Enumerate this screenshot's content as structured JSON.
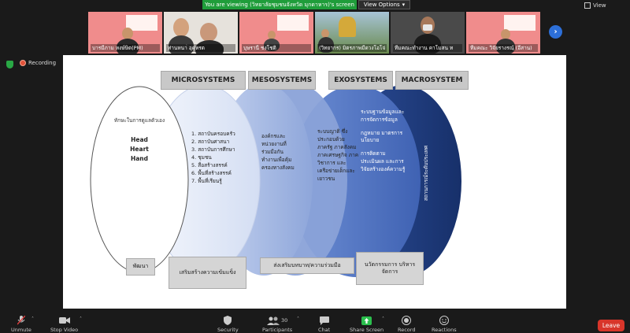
{
  "banner": {
    "text": "You are viewing (วิทยาลัยชุมชนจังหวัด มุกดาหาร)'s screen",
    "view_options": "View Options",
    "view_label": "View"
  },
  "participants": [
    {
      "name": "บารมีภาม หงษ์ษิต(PM)",
      "style": "slide"
    },
    {
      "name": "ท่านหนา่ อุดหรด",
      "style": "people"
    },
    {
      "name": "บุษรานี ชงโชติ",
      "style": "slide"
    },
    {
      "name": "(วิทยากร) มิตรภาพมีดวงโอโจ่",
      "style": "group"
    },
    {
      "name": "ทีมคณะทำงาน คาโมสน ท",
      "style": "dark"
    },
    {
      "name": "ทีมคณะ วิจัยรางรณฺ์ (อีสาน)",
      "style": "slide"
    }
  ],
  "recording": {
    "label": "Recording"
  },
  "slide": {
    "headers": [
      "MICROSYSTEMS",
      "MESOSYSTEMS",
      "EXOSYSTEMS",
      "MACROSYSTEM"
    ],
    "circle": {
      "title": "ทักษะในการดูแลตัวเอง",
      "lines": [
        "Head",
        "Heart",
        "Hand"
      ]
    },
    "micro_items": [
      "1. สถาบันครอบครัว",
      "2. สถาบันศาสนา",
      "3. สถาบันการศึกษา",
      "4. ชุมชน",
      "5. สื่อสร้างสรรค์",
      "6. พื้นที่สร้างสรรค์",
      "7. พื้นที่เรียนรู้"
    ],
    "meso_lines": [
      "องค์กรและ",
      "หน่วยงานที่",
      "ร่วมมือกัน",
      "ทำงานเพื่อคุ้ม",
      "ครองทางสังคม"
    ],
    "exo_lines": [
      "ระบบญาติ ซึ่ง",
      "ประกอบด้วย",
      "ภาครัฐ ภาคสังคม",
      "ภาคเศรษฐกิจ ภาค",
      "วิชาการ และ",
      "เครือข่ายเด็กและ",
      "เยาวชน"
    ],
    "macro_lines": [
      "ระบบฐานข้อมูลและ",
      "การจัดการข้อมูล",
      "",
      "กฎหมาย มาตรการ",
      "นโยบาย",
      "",
      "การติดตาม",
      "ประเมินผล และการ",
      "วิจัยสร้างองค์ความรู้"
    ],
    "vertical_text": "สถานการณ์ระดับประเทศ",
    "bottom_labels": [
      "พัฒนา",
      "เสริมสร้างความเข้มแข็ง",
      "ส่งเสริมบทบาท/ความร่วมมือ",
      "นวัตกรรมการ บริหารจัดการ"
    ]
  },
  "toolbar": {
    "items": [
      {
        "label": "Unmute",
        "icon": "mic-muted-icon"
      },
      {
        "label": "Stop Video",
        "icon": "video-camera-icon"
      },
      {
        "label": "Security",
        "icon": "shield-icon"
      },
      {
        "label": "Participants",
        "icon": "people-icon"
      },
      {
        "label": "Chat",
        "icon": "chat-bubble-icon"
      },
      {
        "label": "Share Screen",
        "icon": "share-screen-icon"
      },
      {
        "label": "Record",
        "icon": "record-icon"
      },
      {
        "label": "Reactions",
        "icon": "smile-icon"
      }
    ],
    "participants_count": "30",
    "leave_label": "Leave"
  },
  "colors": {
    "banner_green": "#1f9d3a",
    "leave_red": "#d8352a",
    "micro_fill": "#e6ecf8",
    "meso_fill": "#9fb4e0",
    "exo_fill": "#4b6fc0",
    "macro_fill": "#1f3a7a"
  }
}
